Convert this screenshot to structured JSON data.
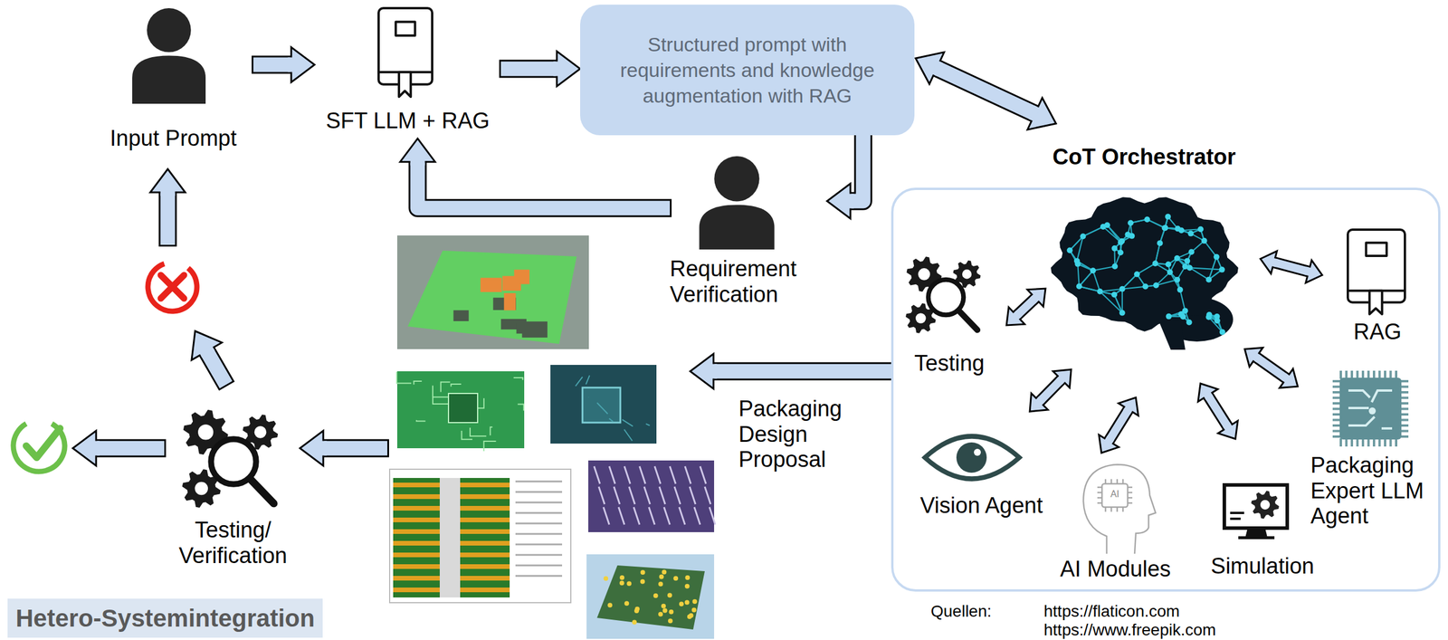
{
  "diagram": {
    "title": "Hetero-Systemintegration",
    "nodes": [
      {
        "text": [
          "Input Prompt"
        ]
      },
      {
        "text": [
          "SFT LLM + RAG"
        ]
      },
      {
        "text": [
          "Structured prompt with requirements and knowledge augmentation with RAG"
        ]
      },
      {
        "text": [
          "Requirement Verification"
        ]
      },
      {
        "text": [
          "Packaging Design Proposal"
        ]
      },
      {
        "text": [
          "CoT Orchestrator"
        ]
      },
      {
        "text": [
          "Testing"
        ],
        "in": 5
      },
      {
        "text": [
          "RAG"
        ],
        "in": 5
      },
      {
        "text": [
          "Vision Agent"
        ],
        "in": 5
      },
      {
        "text": [
          "AI Modules"
        ],
        "in": 5
      },
      {
        "text": [
          "Simulation"
        ],
        "in": 5
      },
      {
        "text": [
          "Packaging Expert LLM Agent"
        ],
        "in": 5
      },
      {
        "text": [
          "Testing/ Verification"
        ]
      }
    ],
    "edges": [
      {
        "from": 0,
        "to": 1,
        "arrow": "to"
      },
      {
        "from": 1,
        "to": 2,
        "arrow": "to"
      },
      {
        "from": 2,
        "to": 5,
        "arrow": "both"
      },
      {
        "from": 2,
        "to": 3,
        "arrow": "to"
      },
      {
        "from": 3,
        "to": 1,
        "arrow": "to"
      },
      {
        "from": 5,
        "to": 4,
        "arrow": "to"
      },
      {
        "from": 4,
        "to": 12,
        "arrow": "to"
      }
    ],
    "labels": [
      "AI",
      "Quellen:",
      "https://flaticon.com",
      "https://www.freepik.com"
    ]
  }
}
